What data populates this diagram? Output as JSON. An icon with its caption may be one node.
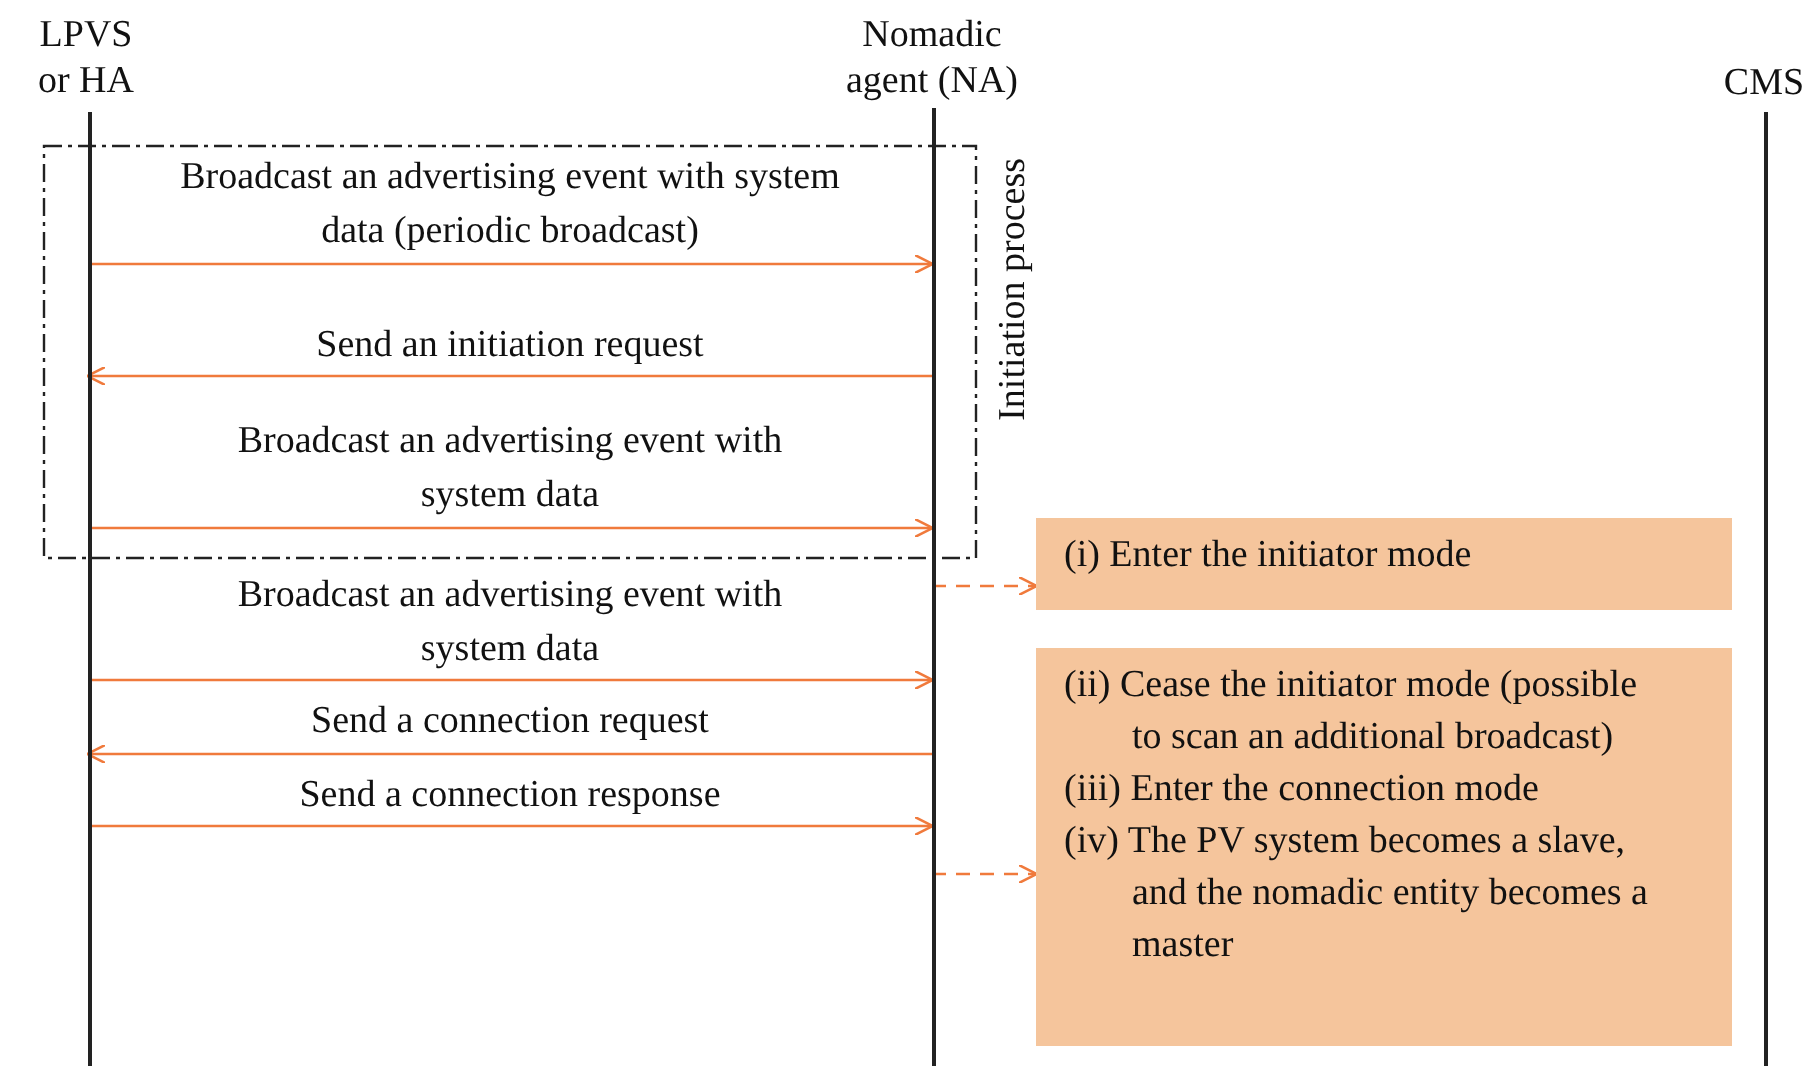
{
  "diagram": {
    "nodes": [
      {
        "text": [
          "LPVS or HA"
        ]
      },
      {
        "text": [
          "Nomadic agent (NA)"
        ]
      },
      {
        "text": [
          "CMS"
        ]
      },
      {
        "text": [
          "(i) Enter the initiator mode"
        ]
      },
      {
        "text": [
          "(ii) Cease the initiator mode (possible to scan an additional broadcast)",
          "(iii) Enter the connection mode",
          "(iv) The PV system becomes a slave, and the nomadic entity becomes a master"
        ]
      }
    ],
    "edges": [
      {
        "from": 0,
        "to": 1,
        "arrow": "to",
        "label": "Broadcast an advertising event with system data (periodic broadcast)"
      },
      {
        "from": 1,
        "to": 0,
        "arrow": "to",
        "label": "Send an initiation request"
      },
      {
        "from": 0,
        "to": 1,
        "arrow": "to",
        "label": "Broadcast an advertising event with system data"
      },
      {
        "from": 1,
        "to": 3,
        "arrow": "to",
        "style": "dashed"
      },
      {
        "from": 0,
        "to": 1,
        "arrow": "to",
        "label": "Broadcast an advertising event with system data"
      },
      {
        "from": 1,
        "to": 0,
        "arrow": "to",
        "label": "Send a connection request"
      },
      {
        "from": 0,
        "to": 1,
        "arrow": "to",
        "label": "Send a connection response"
      },
      {
        "from": 1,
        "to": 4,
        "arrow": "to",
        "style": "dashed"
      }
    ],
    "labels": [
      "Initiation process"
    ]
  }
}
